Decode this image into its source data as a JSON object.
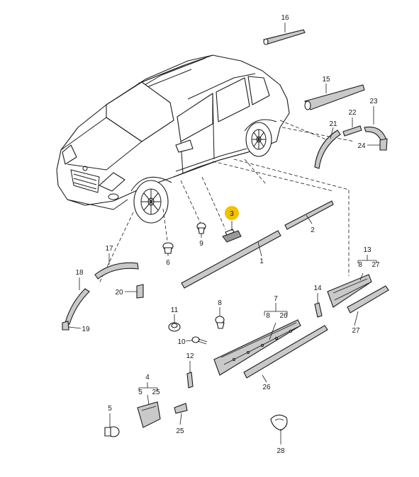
{
  "callouts": {
    "c1": "1",
    "c2": "2",
    "c3": "3",
    "c4": "4",
    "c5": "5",
    "c6": "6",
    "c7": "7",
    "c8": "8",
    "c9": "9",
    "c10": "10",
    "c11": "11",
    "c12": "12",
    "c13": "13",
    "c14": "14",
    "c15": "15",
    "c16": "16",
    "c17": "17",
    "c18": "18",
    "c19": "19",
    "c20": "20",
    "c21": "21",
    "c22": "22",
    "c23": "23",
    "c24": "24",
    "c25": "25",
    "c26": "26",
    "c27": "27",
    "c28": "28"
  },
  "sub_labels": {
    "g4_a": "5",
    "g4_b": "25",
    "g7_a": "8",
    "g7_b": "26",
    "g13_a": "8",
    "g13_b": "27"
  },
  "highlight": {
    "part": "3",
    "color": "#f2c200"
  }
}
